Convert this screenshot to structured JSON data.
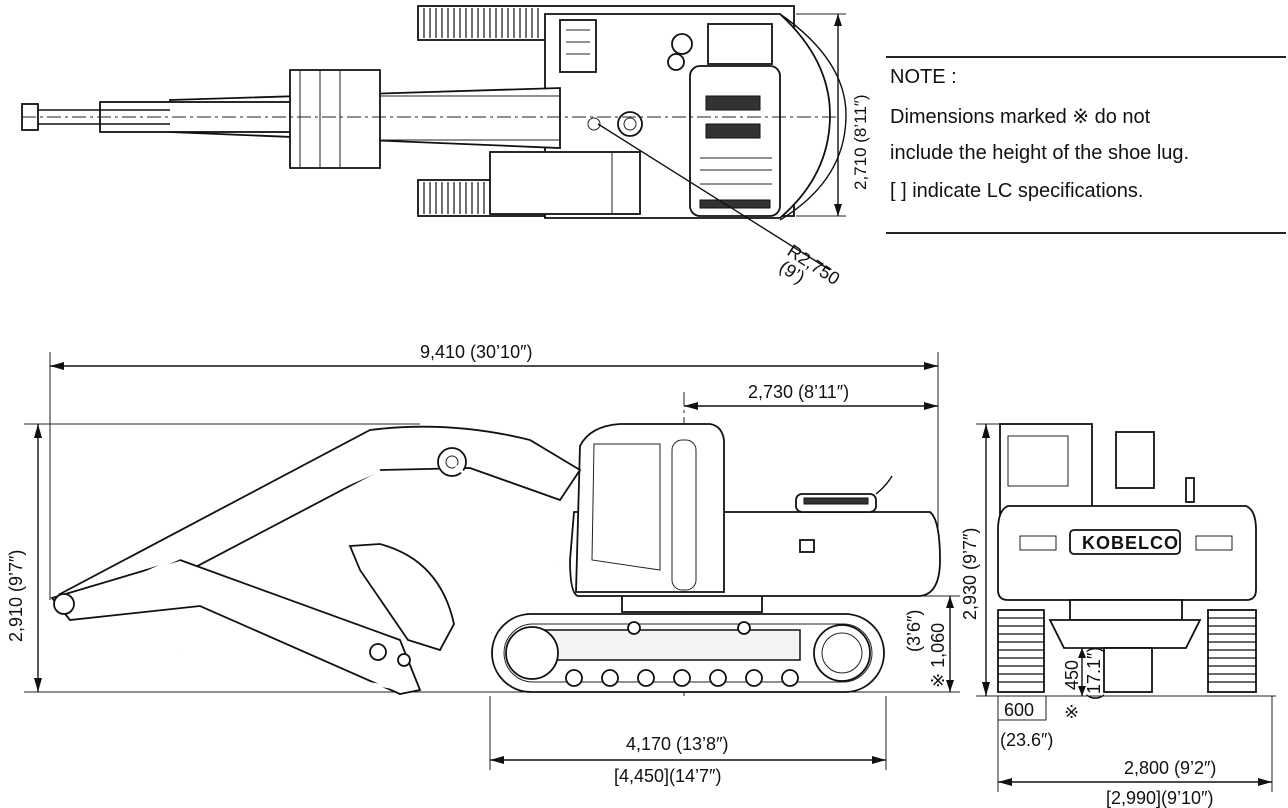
{
  "note": {
    "title": "NOTE :",
    "line1": "Dimensions marked  ※  do not",
    "line2": "include the height of the shoe lug.",
    "line3": "[    ] indicate LC specifications."
  },
  "top_view": {
    "width_dim": "2,710 (8’11″)",
    "radius_dim": "R2,750",
    "radius_imperial": "(9’)"
  },
  "side_view": {
    "overall_length": "9,410 (30’10″)",
    "tail_length": "2,730 (8’11″)",
    "overall_height": "2,910 (9’7″)",
    "counterweight_clearance": "※ 1,060",
    "counterweight_clearance_imperial": "(3’6″)",
    "track_length": "4,170 (13’8″)",
    "track_length_lc": "[4,450](14’7″)"
  },
  "front_view": {
    "cab_height": "2,930 (9’7″)",
    "brand_plate": "KOBELCO",
    "ground_clearance": "450",
    "ground_clearance_imperial": "(17.1″)",
    "ground_clearance_mark": "※",
    "shoe_width": "600",
    "shoe_width_imperial": "(23.6″)",
    "overall_width": "2,800 (9’2″)",
    "overall_width_lc": "[2,990](9’10″)"
  }
}
